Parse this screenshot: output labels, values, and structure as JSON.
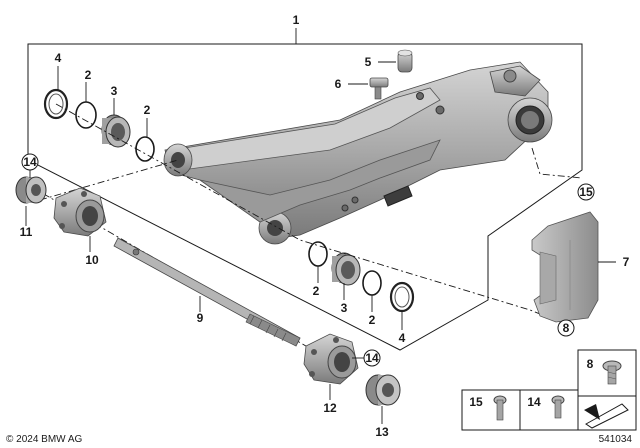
{
  "labels": {
    "n1": "1",
    "n2a": "2",
    "n2b": "2",
    "n2c": "2",
    "n2d": "2",
    "n3a": "3",
    "n3b": "3",
    "n4a": "4",
    "n4b": "4",
    "n5": "5",
    "n6": "6",
    "n7": "7",
    "n8": "8",
    "n9": "9",
    "n10": "10",
    "n11": "11",
    "n12": "12",
    "n13": "13",
    "n15": "15"
  },
  "circled": {
    "c14a": "14",
    "c14b": "14",
    "c15": "15",
    "c8": "8"
  },
  "legend": {
    "item8": "8",
    "item15": "15",
    "item14": "14"
  },
  "footer": {
    "copyright": "© 2024 BMW AG",
    "diagram_id": "541034"
  },
  "colors": {
    "metal_light": "#bdbdbd",
    "metal_dark": "#6e6e6e",
    "line": "#1a1a1a"
  }
}
